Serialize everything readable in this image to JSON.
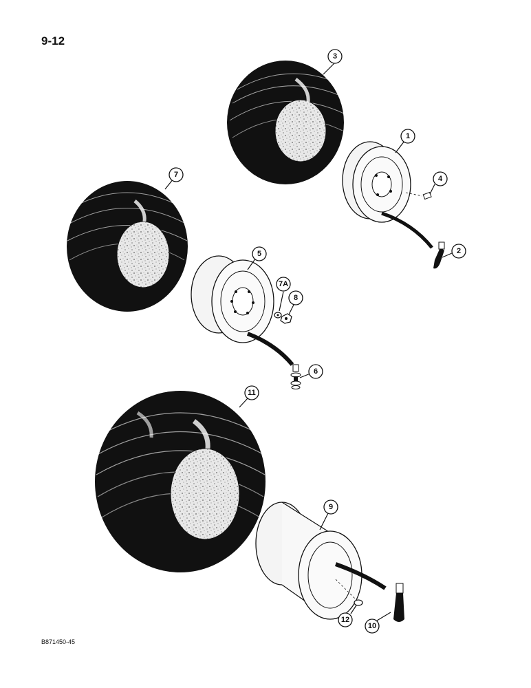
{
  "page": {
    "number": "9-12",
    "drawing_code": "B871450-45"
  },
  "callouts": [
    {
      "label": "1",
      "part": "rim"
    },
    {
      "label": "2",
      "part": "valve-stem"
    },
    {
      "label": "3",
      "part": "tire"
    },
    {
      "label": "4",
      "part": "nut"
    },
    {
      "label": "5",
      "part": "rim"
    },
    {
      "label": "6",
      "part": "valve-stem"
    },
    {
      "label": "7",
      "part": "tire"
    },
    {
      "label": "7A",
      "part": "washer"
    },
    {
      "label": "8",
      "part": "nut"
    },
    {
      "label": "9",
      "part": "rim"
    },
    {
      "label": "10",
      "part": "valve-stem"
    },
    {
      "label": "11",
      "part": "tire"
    },
    {
      "label": "12",
      "part": "nut"
    }
  ]
}
